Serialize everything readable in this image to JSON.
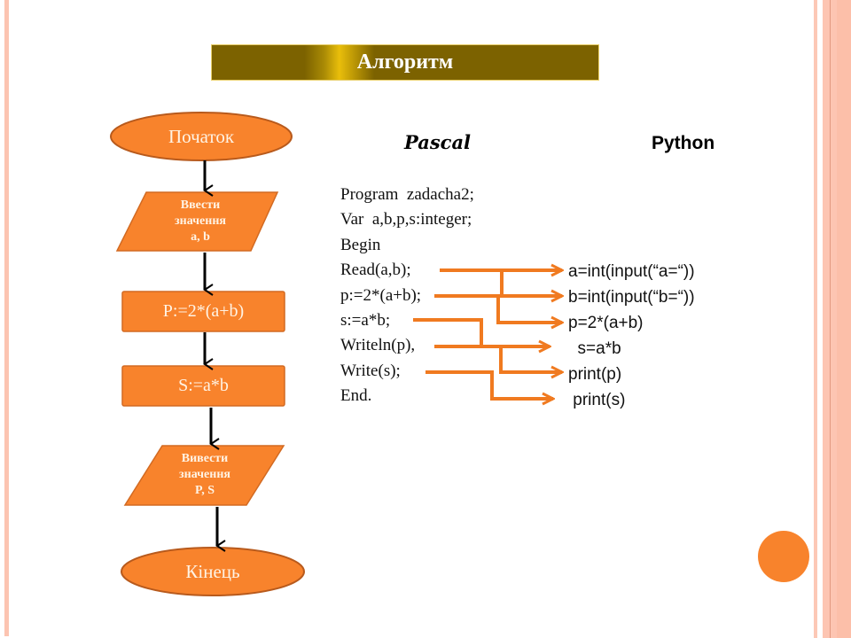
{
  "slide": {
    "title": "Алгоритм",
    "colors": {
      "title_bar": "#7c6200",
      "title_highlight": "#e9be0b",
      "shape_fill": "#f8832c",
      "shape_stroke": "#c06020",
      "connector": "#f07a20",
      "border_stripe": "#fcc4b1",
      "accent_circle": "#f8832c"
    }
  },
  "flowchart": {
    "nodes": [
      {
        "id": "start",
        "type": "oval",
        "label": "Початок"
      },
      {
        "id": "input",
        "type": "parallelogram",
        "label": "Ввести\nзначення\na, b"
      },
      {
        "id": "calc-p",
        "type": "rect",
        "label": "P:=2*(a+b)"
      },
      {
        "id": "calc-s",
        "type": "rect",
        "label": "S:=a*b"
      },
      {
        "id": "output",
        "type": "parallelogram",
        "label": "Вивести\nзначення\nP, S"
      },
      {
        "id": "end",
        "type": "oval",
        "label": "Кінець"
      }
    ]
  },
  "code": {
    "pascal_heading": "Pascal",
    "python_heading": "Python",
    "pascal_lines": [
      "Program  zadacha2;",
      "Var  a,b,p,s:integer;",
      "Begin",
      "Read(a,b);",
      "p:=2*(a+b);",
      "s:=a*b;",
      "Writeln(p),",
      "Write(s);",
      "End."
    ],
    "python_lines": [
      "a=int(input(“a=“))",
      "b=int(input(“b=“))",
      "p=2*(a+b)",
      "  s=a*b",
      "print(p)",
      " print(s)"
    ],
    "mappings": [
      {
        "from": "Read(a,b);",
        "to": [
          "a=int(input(“a=“))",
          "b=int(input(“b=“))"
        ]
      },
      {
        "from": "p:=2*(a+b);",
        "to": [
          "b=int(input(“b=“))",
          "p=2*(a+b)"
        ]
      },
      {
        "from": "s:=a*b;",
        "to": [
          "s=a*b"
        ]
      },
      {
        "from": "Writeln(p),",
        "to": [
          "s=a*b",
          "print(p)"
        ]
      },
      {
        "from": "Write(s);",
        "to": [
          "print(s)"
        ]
      }
    ]
  }
}
